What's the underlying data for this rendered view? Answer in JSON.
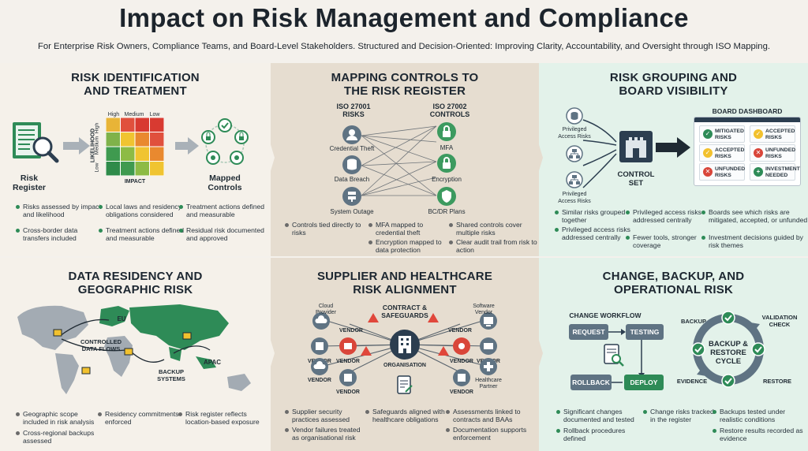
{
  "title": "Impact on Risk Management and Compliance",
  "subtitle": "For Enterprise Risk Owners, Compliance Teams, and Board-Level Stakeholders. Structured and Decision-Oriented: Improving Clarity, Accountability, and Oversight through ISO Mapping.",
  "panels": {
    "p1": {
      "title1": "RISK IDENTIFICATION",
      "title2": "AND TREATMENT",
      "risk_register": "Risk Register",
      "mapped_controls": "Mapped Controls",
      "heat_cols": [
        "High",
        "Medium",
        "Low"
      ],
      "heat_rows": [
        "High",
        "Medium",
        "Low"
      ],
      "likelihood": "LIKELIHOOD",
      "impact": "IMPACT",
      "bullets": [
        "Risks assessed by impact and likelihood",
        "Cross-border data transfers included",
        "Local laws and residency obligations considered",
        "Treatment actions defined and measurable",
        "Treatment actions defined and measurable",
        "Residual risk documented and approved"
      ]
    },
    "p2": {
      "title1": "MAPPING CONTROLS TO",
      "title2": "THE RISK REGISTER",
      "left_head1": "ISO 27001",
      "left_head2": "RISKS",
      "right_head1": "ISO 27002",
      "right_head2": "CONTROLS",
      "risks": [
        "Credential Theft",
        "Data Breach",
        "System Outage"
      ],
      "controls": [
        "MFA",
        "Encryption",
        "BC/DR Plans"
      ],
      "bullets": [
        "Controls tied directly to risks",
        "MFA mapped to credential theft",
        "Encryption mapped to data protection",
        "Shared controls cover multiple risks",
        "Clear audit trail from risk to action"
      ]
    },
    "p3": {
      "title1": "RISK GROUPING AND",
      "title2": "BOARD VISIBILITY",
      "pa1": "Privileged Access Risks",
      "pa2": "Privileged Access Risks",
      "control_set1": "CONTROL",
      "control_set2": "SET",
      "dashboard_title": "BOARD DASHBOARD",
      "dashboard_items": [
        "MITIGATED RISKS",
        "ACCEPTED RISKS",
        "ACCEPTED RISKS",
        "UNFUNDED RISKS",
        "UNFUNDED RISKS",
        "INVESTMENT NEEDED"
      ],
      "bullets": [
        "Similar risks grouped together",
        "Privileged access risks addressed centrally",
        "Privileged access risks addressed centrally",
        "Fewer tools, stronger coverage",
        "Boards see which risks are mitigated, accepted, or unfunded",
        "Investment decisions guided by risk themes"
      ]
    },
    "p4": {
      "title1": "DATA RESIDENCY AND",
      "title2": "GEOGRAPHIC RISK",
      "eu": "EU",
      "apac": "APAC",
      "flows": "CONTROLLED DATA FLOWS",
      "backup": "BACKUP SYSTEMS",
      "bullets": [
        "Geographic scope included in risk analysis",
        "Cross-regional backups assessed",
        "Residency commitments enforced",
        "Risk register reflects location-based exposure"
      ]
    },
    "p5": {
      "title1": "SUPPLIER AND HEALTHCARE",
      "title2": "RISK ALIGNMENT",
      "contract": "CONTRACT & SAFEGUARDS",
      "organisation": "ORGANISATION",
      "cloud": "Cloud Provider",
      "software": "Software Vendor",
      "healthcare": "Healthcare Partner",
      "vendor": "VENDOR",
      "bullets": [
        "Supplier security practices assessed",
        "Vendor failures treated as organisational risk",
        "Safeguards aligned with healthcare obligations",
        "Assessments linked to contracts and BAAs",
        "Documentation supports enforcement"
      ]
    },
    "p6": {
      "title1": "CHANGE, BACKUP, AND",
      "title2": "OPERATIONAL RISK",
      "workflow_title": "CHANGE WORKFLOW",
      "request": "REQUEST",
      "testing": "TESTING",
      "rollback": "ROLLBACK",
      "deploy": "DEPLOY",
      "cycle1": "BACKUP &",
      "cycle2": "RESTORE",
      "cycle3": "CYCLE",
      "cycle_backup": "BACKUP",
      "cycle_validation": "VALIDATION CHECK",
      "cycle_restore": "RESTORE",
      "cycle_evidence": "EVIDENCE",
      "bullets": [
        "Significant changes documented and tested",
        "Rollback procedures defined",
        "Change risks tracked in the register",
        "Backups tested under realistic conditions",
        "Restore results recorded as evidence"
      ]
    }
  },
  "colors": {
    "green": "#2e8b57",
    "red": "#d9463a",
    "navy": "#2c3e50",
    "yellow": "#f2c12e",
    "slate": "#5f7383"
  }
}
